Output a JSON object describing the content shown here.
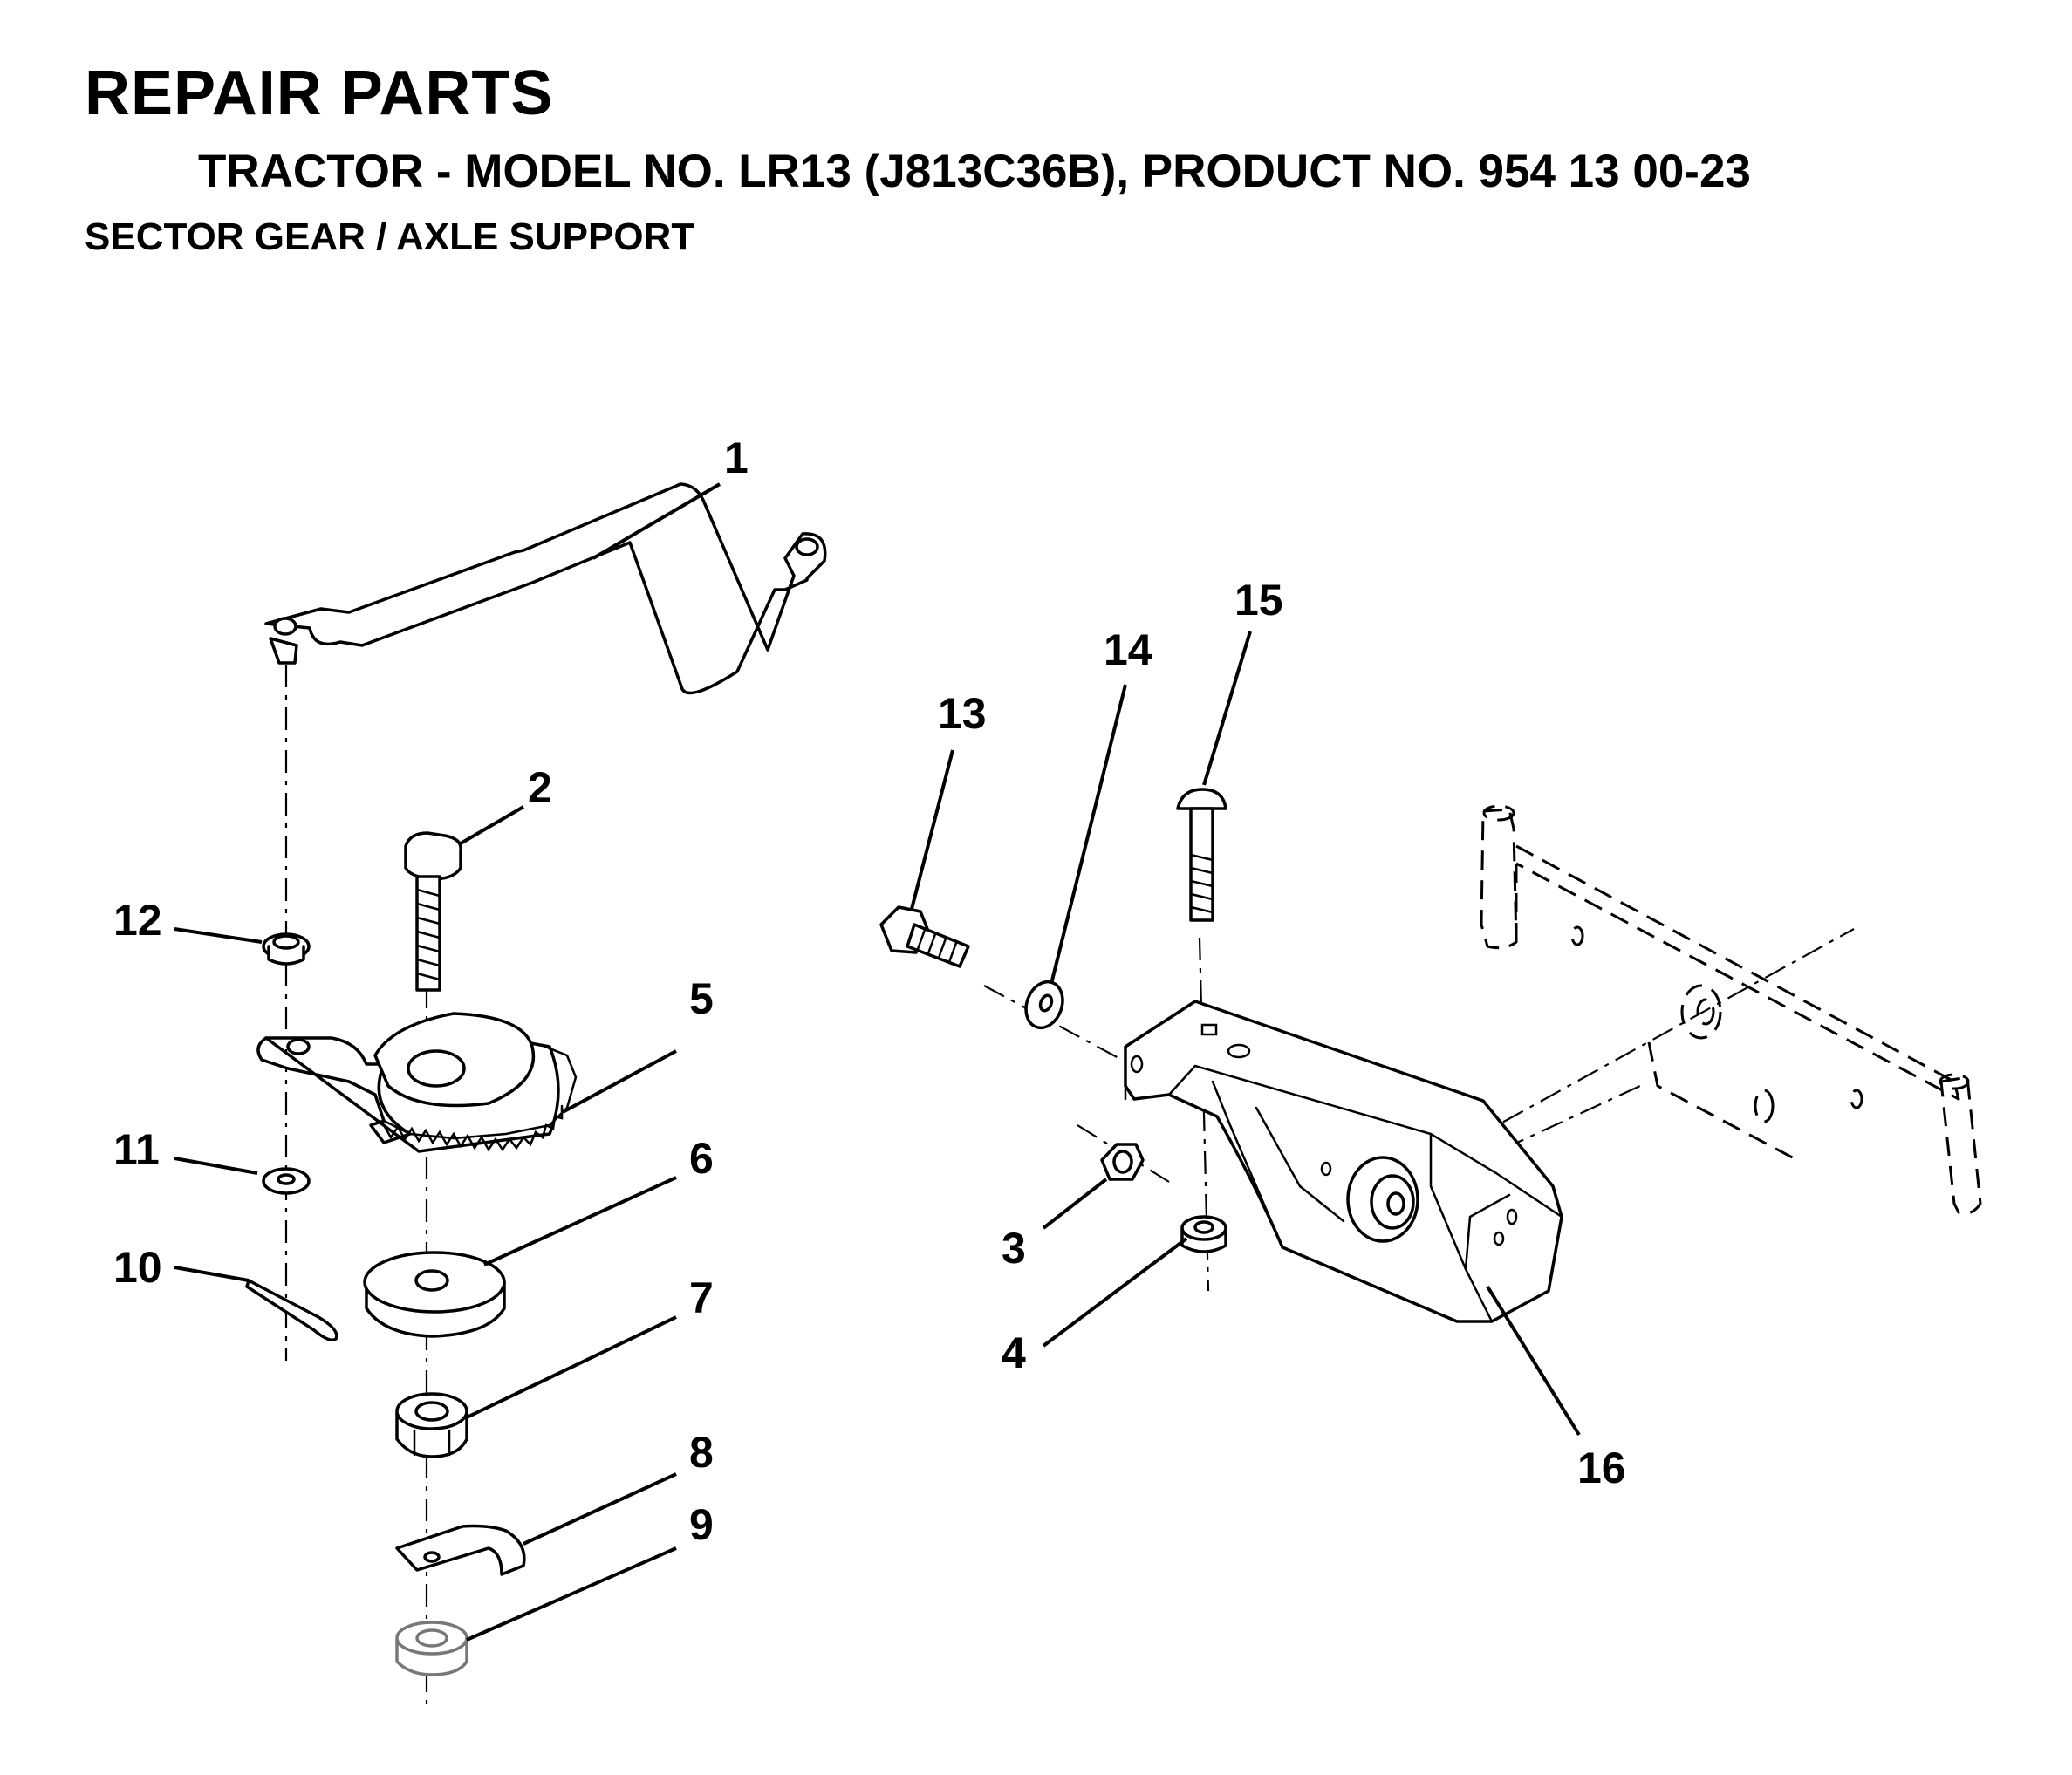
{
  "header": {
    "title": "REPAIR PARTS",
    "subtitle": "TRACTOR - MODEL NO. LR13 (J813C36B), PRODUCT NO. 954 13 00-23",
    "section": "SECTOR GEAR / AXLE SUPPORT"
  },
  "callouts": {
    "c1": "1",
    "c2": "2",
    "c3": "3",
    "c4": "4",
    "c5": "5",
    "c6": "6",
    "c7": "7",
    "c8": "8",
    "c9": "9",
    "c10": "10",
    "c11": "11",
    "c12": "12",
    "c13": "13",
    "c14": "14",
    "c15": "15",
    "c16": "16"
  }
}
